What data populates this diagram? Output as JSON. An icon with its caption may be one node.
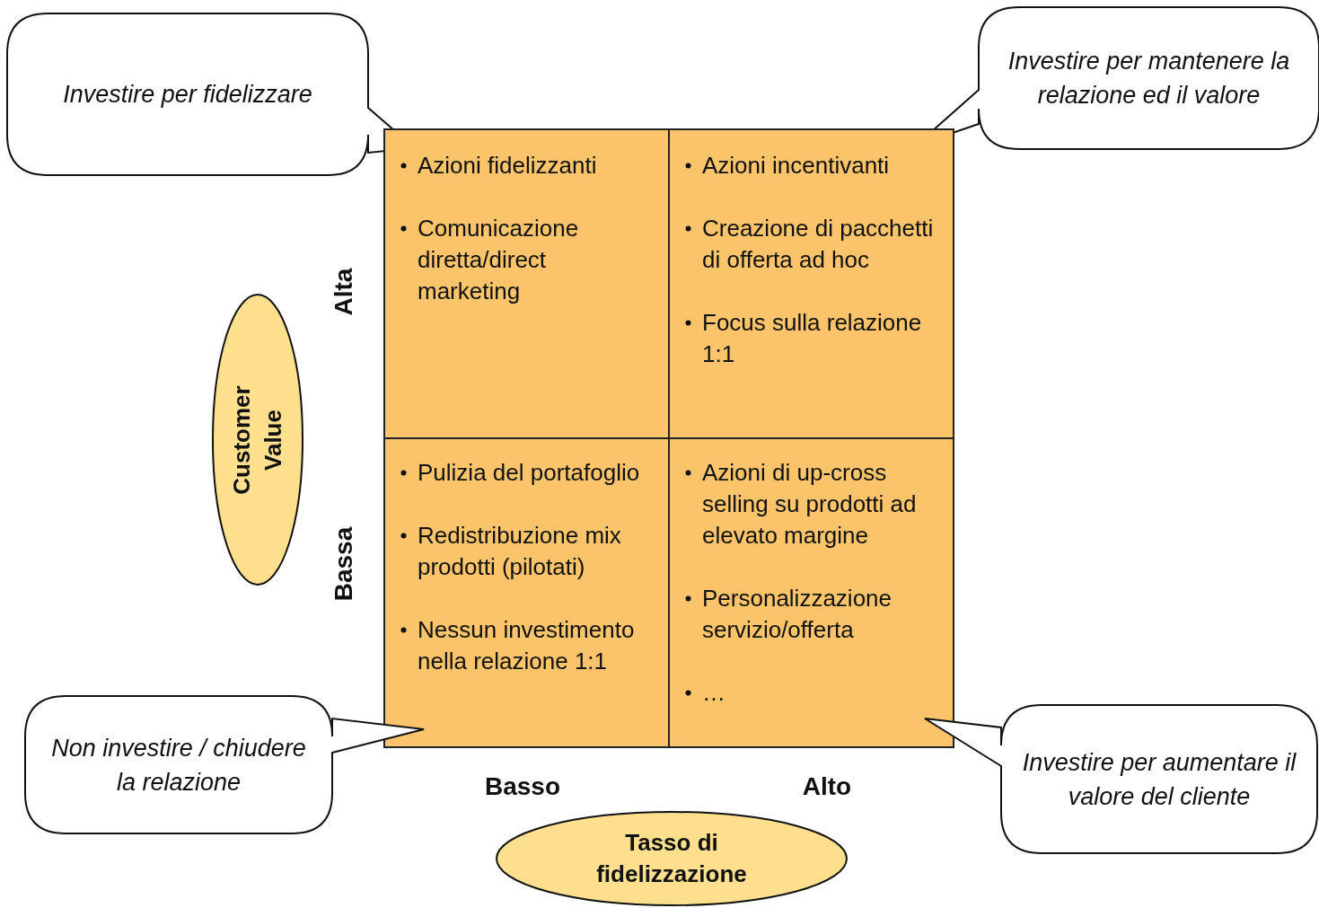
{
  "diagram": {
    "nodes": [
      {
        "text": [
          "Investire per fidelizzare"
        ]
      },
      {
        "text": [
          "Investire per mantenere la relazione ed il valore"
        ]
      },
      {
        "text": [
          "Azioni fidelizzanti",
          "Comunicazione diretta/direct marketing"
        ]
      },
      {
        "text": [
          "Azioni incentivanti",
          "Creazione di pacchetti di offerta ad hoc",
          "Focus sulla relazione 1:1"
        ]
      },
      {
        "text": [
          "Customer Value"
        ]
      },
      {
        "text": [
          "Pulizia del portafoglio",
          "Redistribuzione mix prodotti (pilotati)",
          "Nessun investimento nella relazione 1:1"
        ]
      },
      {
        "text": [
          "Azioni di up-cross selling su prodotti ad elevato margine",
          "Personalizzazione servizio/offerta",
          "…"
        ]
      },
      {
        "text": [
          "Non investire / chiudere la relazione"
        ]
      },
      {
        "text": [
          "Investire per aumentare il valore del cliente"
        ]
      },
      {
        "text": [
          "Tasso di fidelizzazione"
        ]
      }
    ],
    "labels": [
      "Alta",
      "Bassa",
      "Basso",
      "Alto"
    ]
  }
}
